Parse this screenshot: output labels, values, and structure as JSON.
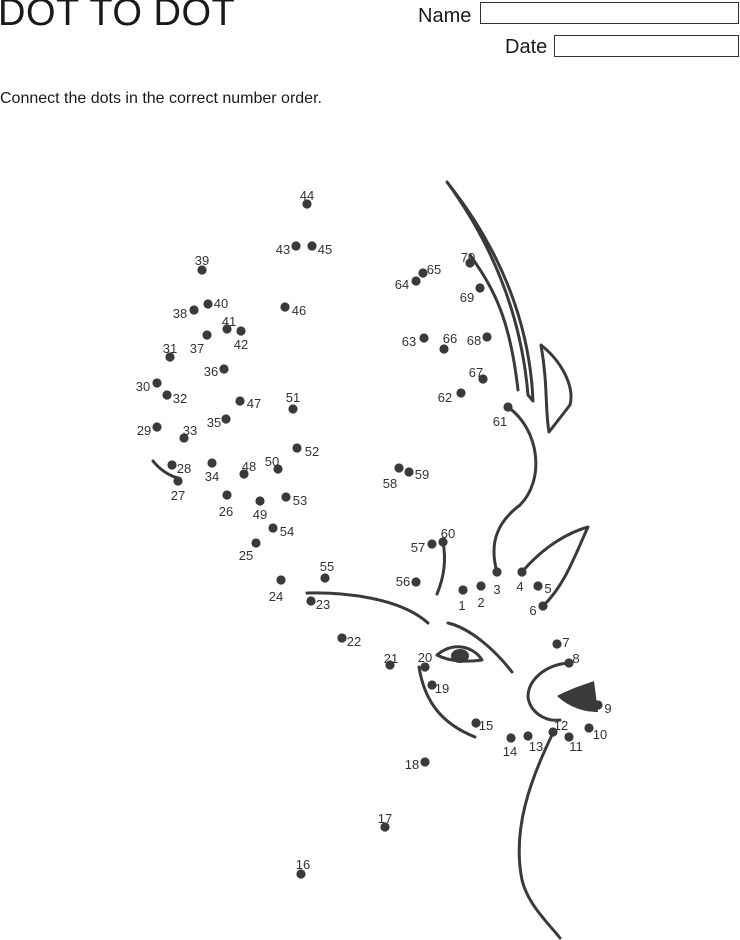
{
  "header": {
    "title": "DOT TO DOT",
    "name_label": "Name",
    "date_label": "Date",
    "name_value": "",
    "date_value": ""
  },
  "instructions": "Connect the dots in the correct number order.",
  "colors": {
    "ink": "#3a3a3a",
    "background": "#ffffff"
  },
  "dot_labels": [
    "1",
    "2",
    "3",
    "4",
    "5",
    "6",
    "7",
    "8",
    "9",
    "10",
    "11",
    "12",
    "13",
    "14",
    "15",
    "16",
    "17",
    "18",
    "19",
    "20",
    "21",
    "22",
    "23",
    "24",
    "25",
    "26",
    "27",
    "28",
    "29",
    "30",
    "31",
    "32",
    "33",
    "34",
    "35",
    "36",
    "37",
    "38",
    "39",
    "40",
    "41",
    "42",
    "43",
    "44",
    "45",
    "46",
    "47",
    "48",
    "49",
    "50",
    "51",
    "52",
    "53",
    "54",
    "55",
    "56",
    "57",
    "58",
    "59",
    "60",
    "61",
    "62",
    "63",
    "64",
    "65",
    "66",
    "67",
    "68",
    "69",
    "70"
  ]
}
